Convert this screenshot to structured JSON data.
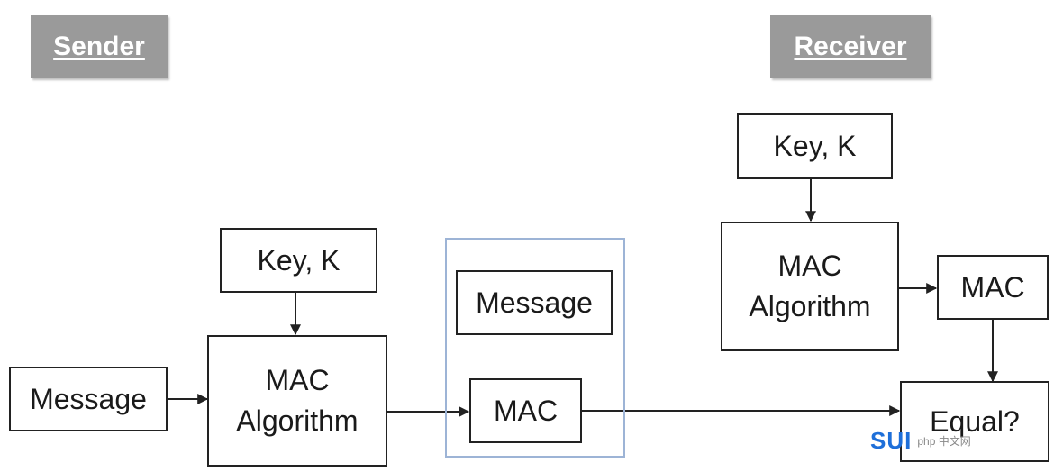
{
  "sender": {
    "label": "Sender"
  },
  "receiver": {
    "label": "Receiver"
  },
  "sender_side": {
    "message": "Message",
    "key": "Key, K",
    "mac_algorithm_line1": "MAC",
    "mac_algorithm_line2": "Algorithm"
  },
  "transmitted": {
    "message": "Message",
    "mac": "MAC"
  },
  "receiver_side": {
    "key": "Key, K",
    "mac_algorithm_line1": "MAC",
    "mac_algorithm_line2": "Algorithm",
    "mac": "MAC",
    "compare": "Equal?"
  },
  "watermark": {
    "logo": "SUI",
    "text": "php 中文网"
  },
  "colors": {
    "role_tag_bg": "#9a9a9a",
    "frame_border": "#9db4d6",
    "line": "#222222"
  }
}
